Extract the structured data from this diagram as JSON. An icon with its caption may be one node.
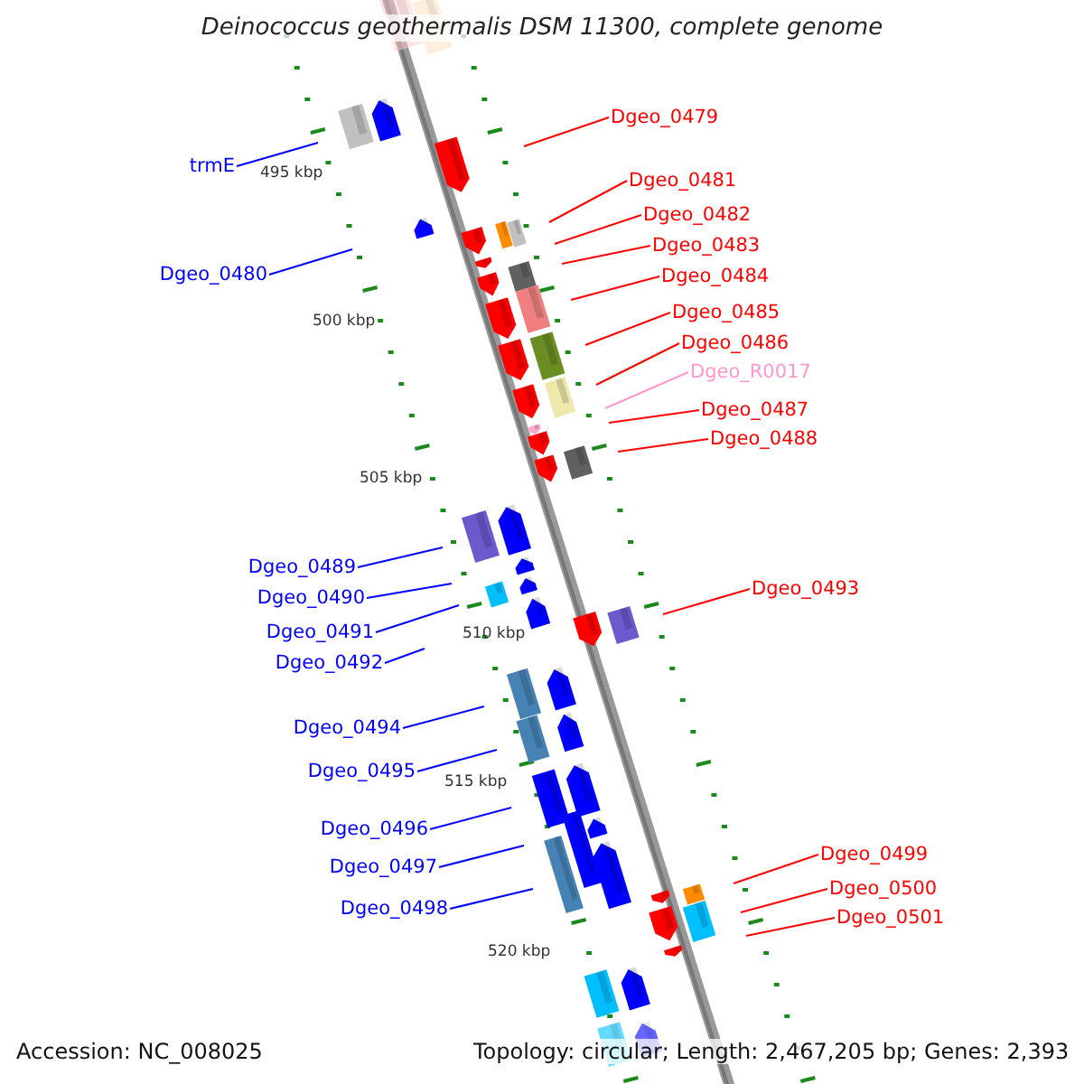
{
  "diagram": {
    "title": "Deinococcus geothermalis DSM 11300, complete genome",
    "nodes": [
      {
        "text": [
          "Dgeo_0479"
        ]
      },
      {
        "text": [
          "trmE"
        ]
      },
      {
        "text": [
          "Dgeo_0481"
        ]
      },
      {
        "text": [
          "Dgeo_0482"
        ]
      },
      {
        "text": [
          "Dgeo_0483"
        ]
      },
      {
        "text": [
          "Dgeo_0480"
        ]
      },
      {
        "text": [
          "Dgeo_0484"
        ]
      },
      {
        "text": [
          "Dgeo_0485"
        ]
      },
      {
        "text": [
          "Dgeo_0486"
        ]
      },
      {
        "text": [
          "Dgeo_R0017"
        ]
      },
      {
        "text": [
          "Dgeo_0487"
        ]
      },
      {
        "text": [
          "Dgeo_0488"
        ]
      },
      {
        "text": [
          "Dgeo_0489"
        ]
      },
      {
        "text": [
          "Dgeo_0490"
        ]
      },
      {
        "text": [
          "Dgeo_0493"
        ]
      },
      {
        "text": [
          "Dgeo_0491"
        ]
      },
      {
        "text": [
          "Dgeo_0492"
        ]
      },
      {
        "text": [
          "Dgeo_0494"
        ]
      },
      {
        "text": [
          "Dgeo_0495"
        ]
      },
      {
        "text": [
          "Dgeo_0496"
        ]
      },
      {
        "text": [
          "Dgeo_0499"
        ]
      },
      {
        "text": [
          "Dgeo_0497"
        ]
      },
      {
        "text": [
          "Dgeo_0500"
        ]
      },
      {
        "text": [
          "Dgeo_0498"
        ]
      },
      {
        "text": [
          "Dgeo_0501"
        ]
      }
    ],
    "edges": [
      {
        "from": 0,
        "to": null,
        "arrow": "none"
      },
      {
        "from": 1,
        "to": null,
        "arrow": "none",
        "color": "#0000ff"
      },
      {
        "from": 2,
        "to": null,
        "arrow": "none"
      },
      {
        "from": 3,
        "to": null,
        "arrow": "none"
      },
      {
        "from": 4,
        "to": null,
        "arrow": "none"
      },
      {
        "from": 5,
        "to": null,
        "arrow": "none",
        "color": "#0000ff"
      },
      {
        "from": 6,
        "to": null,
        "arrow": "none"
      },
      {
        "from": 7,
        "to": null,
        "arrow": "none"
      },
      {
        "from": 8,
        "to": null,
        "arrow": "none"
      },
      {
        "from": 9,
        "to": null,
        "arrow": "none",
        "color": "#ff99cc"
      },
      {
        "from": 10,
        "to": null,
        "arrow": "none"
      },
      {
        "from": 11,
        "to": null,
        "arrow": "none"
      },
      {
        "from": 12,
        "to": null,
        "arrow": "none",
        "color": "#0000ff"
      },
      {
        "from": 13,
        "to": null,
        "arrow": "none",
        "color": "#0000ff"
      },
      {
        "from": 14,
        "to": null,
        "arrow": "none"
      },
      {
        "from": 15,
        "to": null,
        "arrow": "none",
        "color": "#0000ff"
      },
      {
        "from": 16,
        "to": null,
        "arrow": "none",
        "color": "#0000ff"
      },
      {
        "from": 17,
        "to": null,
        "arrow": "none",
        "color": "#0000ff"
      },
      {
        "from": 18,
        "to": null,
        "arrow": "none",
        "color": "#0000ff"
      },
      {
        "from": 19,
        "to": null,
        "arrow": "none",
        "color": "#0000ff"
      },
      {
        "from": 20,
        "to": null,
        "arrow": "none"
      },
      {
        "from": 21,
        "to": null,
        "arrow": "none",
        "color": "#0000ff"
      },
      {
        "from": 22,
        "to": null,
        "arrow": "none"
      },
      {
        "from": 23,
        "to": null,
        "arrow": "none",
        "color": "#0000ff"
      },
      {
        "from": 24,
        "to": null,
        "arrow": "none"
      }
    ],
    "labels": [
      "495 kbp",
      "500 kbp",
      "505 kbp",
      "510 kbp",
      "515 kbp",
      "520 kbp",
      "Accession: NC_008025",
      "Topology: circular; Length: 2,467,205 bp; Genes: 2,393"
    ]
  }
}
